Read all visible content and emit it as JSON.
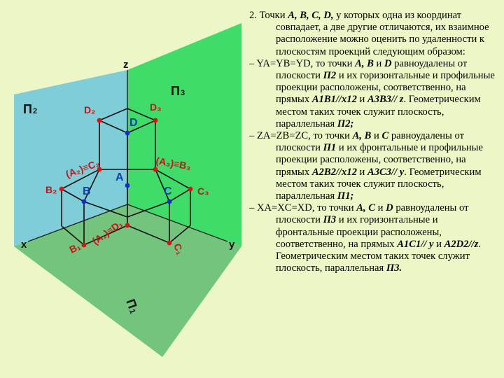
{
  "figure": {
    "labels": {
      "z": "z",
      "x": "x",
      "y": "y",
      "plane_p1": "П",
      "plane_p1_sub": "1",
      "plane_p2": "П",
      "plane_p2_sub": "2",
      "plane_p3": "П",
      "plane_p3_sub": "3",
      "D2": "D₂",
      "D3": "D₃",
      "D": "D",
      "A2C2": "(A₂)≡C₂",
      "A3B3": "(A₃)≡B₃",
      "A": "A",
      "B2": "B₂",
      "B": "B",
      "C": "C",
      "C3": "C₃",
      "B1": "B₁",
      "A1D1": "(A₁)≡D₁",
      "C1": "C₁"
    },
    "colors": {
      "background": "#ecf6c6",
      "plane_frontal": "#7ecdd8",
      "plane_profile": "#3fdc6a",
      "plane_horizontal": "#73c47d",
      "point_red": "#e01010",
      "point_blue": "#1030c8",
      "label_red": "#c81414",
      "label_blue": "#1040b0"
    }
  },
  "text": {
    "p1": {
      "num": "2.",
      "body": " Точки ",
      "pts": "А, В, С, D,",
      "rest": " у которых одна из координат совпадает, а две другие отличаются, их взаимное расположение можно оценить по удаленности к плоскостям проекций следующим образом:"
    },
    "p2": {
      "lead": "– YA=YB=YD, то точки ",
      "pts": "А, В",
      "and": " и ",
      "pt3": "D",
      "mid": " равноудалены от плоскости ",
      "plane": "П",
      "plane_n": "2",
      "mid2": " и их горизонтальные и профильные проекции расположены, соответственно, на прямых ",
      "line1": "А1В1//x12",
      "and2": " и ",
      "line2": "А3В3// z",
      "end": ". Геометрическим местом таких точек служит плоскость, параллельная ",
      "plane2": "П",
      "plane2_n": "2;"
    },
    "p3": {
      "lead": "– ZA=ZB=ZC, то точки ",
      "pts": "А, В",
      "and": " и ",
      "pt3": "С",
      "mid": " равноудалены от плоскости ",
      "plane": "П",
      "plane_n": "1",
      "mid2": " и их фронтальные и профильные проекции расположены, соответственно, на прямых ",
      "line1": "А2В2//x12",
      "and2": " и ",
      "line2": "А3С3// y",
      "end": ". Геометрическим местом таких точек служит плоскость, параллельная ",
      "plane2": "П",
      "plane2_n": "1;"
    },
    "p4": {
      "lead": "– XA=XC=XD, то точки ",
      "pts": "А, С",
      "and": " и ",
      "pt3": "D",
      "mid": " равноудалены от плоскости ",
      "plane": "П",
      "plane_n": "3",
      "mid2": " и их горизонтальные и фронтальные проекции расположены, соответственно, на прямых ",
      "line1": "А1С1// y",
      "and2": " и ",
      "line2": "А2D2//z",
      "end": ". Геометрическим местом таких точек служит плоскость, параллельная ",
      "plane2": "П",
      "plane2_n": "3."
    }
  }
}
